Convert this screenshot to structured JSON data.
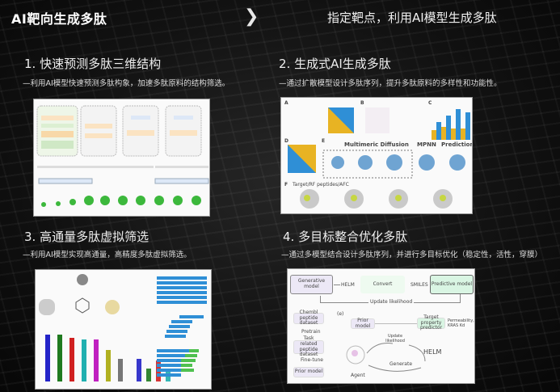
{
  "header": {
    "title": "AI靶向生成多肽",
    "arrow_icon": "chevron-right-icon",
    "subtitle": "指定靶点，利用AI模型生成多肽"
  },
  "sections": [
    {
      "heading": "1. 快速预测多肽三维结构",
      "desc": "—利用AI模型快速预测多肽构象，加速多肽原料的结构筛选。"
    },
    {
      "heading": "2. 生成式AI生成多肽",
      "desc": "—通过扩散模型设计多肽序列，提升多肽原料的多样性和功能性。"
    },
    {
      "heading": "3. 高通量多肽虚拟筛选",
      "desc": "—利用AI模型实现高通量，高精度多肽虚拟筛选。"
    },
    {
      "heading": "4. 多目标整合优化多肽",
      "desc": "—通过多模型结合设计多肽序列，并进行多目标优化（稳定性，活性，穿膜）"
    }
  ],
  "figure2": {
    "labels": {
      "a": "A",
      "b": "B",
      "c": "C",
      "d": "D",
      "e": "E",
      "f": "F",
      "diffusion": "Multimeric Diffusion",
      "mpnn": "MPNN",
      "prediction": "Prediction",
      "target": "Target/RF peptides/AFC"
    }
  },
  "figure4": {
    "generative": "Generative model",
    "helm1": "HELM",
    "convert": "Convert",
    "smiles": "SMILES",
    "predictive": "Predictive model",
    "update1": "Update likelihood",
    "e": "(e)",
    "chembl": "Chembl peptide dataset",
    "pretrain": "Pretrain",
    "task": "Task related peptide dataset",
    "finetune": "Fine-tune",
    "prior1": "Prior model",
    "prior2": "Prior model",
    "target": "Target property predictor",
    "props": "Permeability, KRAS Kd",
    "update2": "Update likelihood",
    "agent": "Agent",
    "helm2": "HELM",
    "generate": "Generate"
  },
  "colors": {
    "blue": "#2f8fd6",
    "yellow": "#e8b323",
    "green": "#4fc04f",
    "boxGreen": "#d9f5e3",
    "boxPurple": "#ece8f6"
  }
}
